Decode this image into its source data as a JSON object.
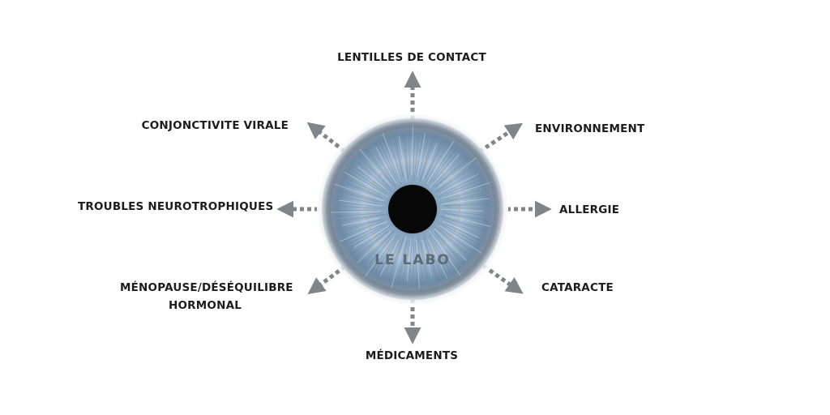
{
  "center": {
    "brand": "LE LABO",
    "brand_sub": "",
    "colors": {
      "iris_outer": "#5d7994",
      "iris_inner": "#a9c0d6",
      "pupil": "#070707",
      "limbus": "#2f4257",
      "arrow": "#7f8588"
    },
    "image_semantic": "eye-iris-image"
  },
  "factors": {
    "top": {
      "label": "LENTILLES DE CONTACT"
    },
    "top_left": {
      "label": "CONJONCTIVITE VIRALE"
    },
    "top_right": {
      "label": "ENVIRONNEMENT"
    },
    "left": {
      "label": "TROUBLES NEUROTROPHIQUES"
    },
    "right": {
      "label": "ALLERGIE"
    },
    "bottom_left": {
      "label_line1": "MÉNOPAUSE/DÉSÉQUILIBRE",
      "label_line2": "HORMONAL"
    },
    "bottom_right": {
      "label": "CATARACTE"
    },
    "bottom": {
      "label": "MÉDICAMENTS"
    }
  }
}
